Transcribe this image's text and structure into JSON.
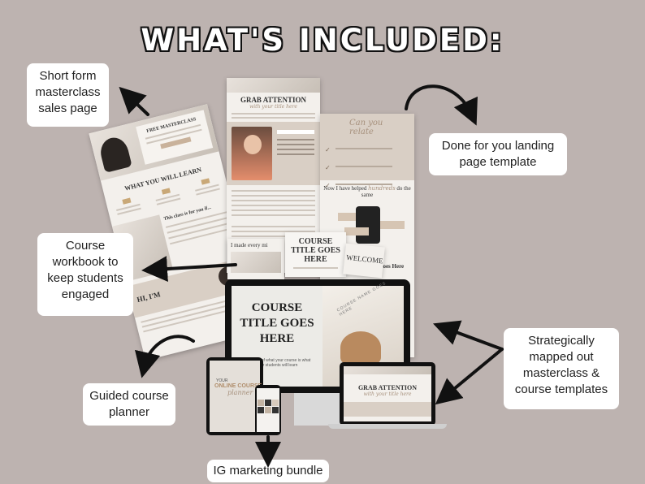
{
  "title": "WHAT'S INCLUDED:",
  "labels": {
    "sales_page": "Short form masterclass sales page",
    "landing_page": "Done for you landing page template",
    "workbook": "Course workbook to keep students engaged",
    "templates": "Strategically mapped out masterclass & course templates",
    "planner": "Guided course planner",
    "ig_bundle": "IG marketing bundle"
  },
  "mockups": {
    "grab_attention": "GRAB ATTENTION",
    "with_your_title": "with your title here",
    "what_you_will_learn": "WHAT YOU WILL LEARN",
    "this_class_is_for": "This class is for you if...",
    "can_you_relate": "Can you relate",
    "now_i_helped": "Now I have helped",
    "hundreds": "hundreds",
    "do_the_same": "do the same",
    "course_name": "ourse's Name Goes Here",
    "i_made_every": "I made every mi",
    "course_title_small": "COURSE TITLE GOES HERE",
    "welcome": "WELCOME",
    "course_title_big": "COURSE TITLE GOES HERE",
    "summary": "summary of what your course is what your students will learn",
    "online_course": "ONLINE COURSE",
    "planner": "planner",
    "your": "YOUR",
    "hi_im": "HI, I'M",
    "circle_text": "COURSE NAME GOES HERE"
  },
  "colors": {
    "background": "#bdb3b0",
    "accent": "#a7917d",
    "beige": "#d9cfc5"
  }
}
